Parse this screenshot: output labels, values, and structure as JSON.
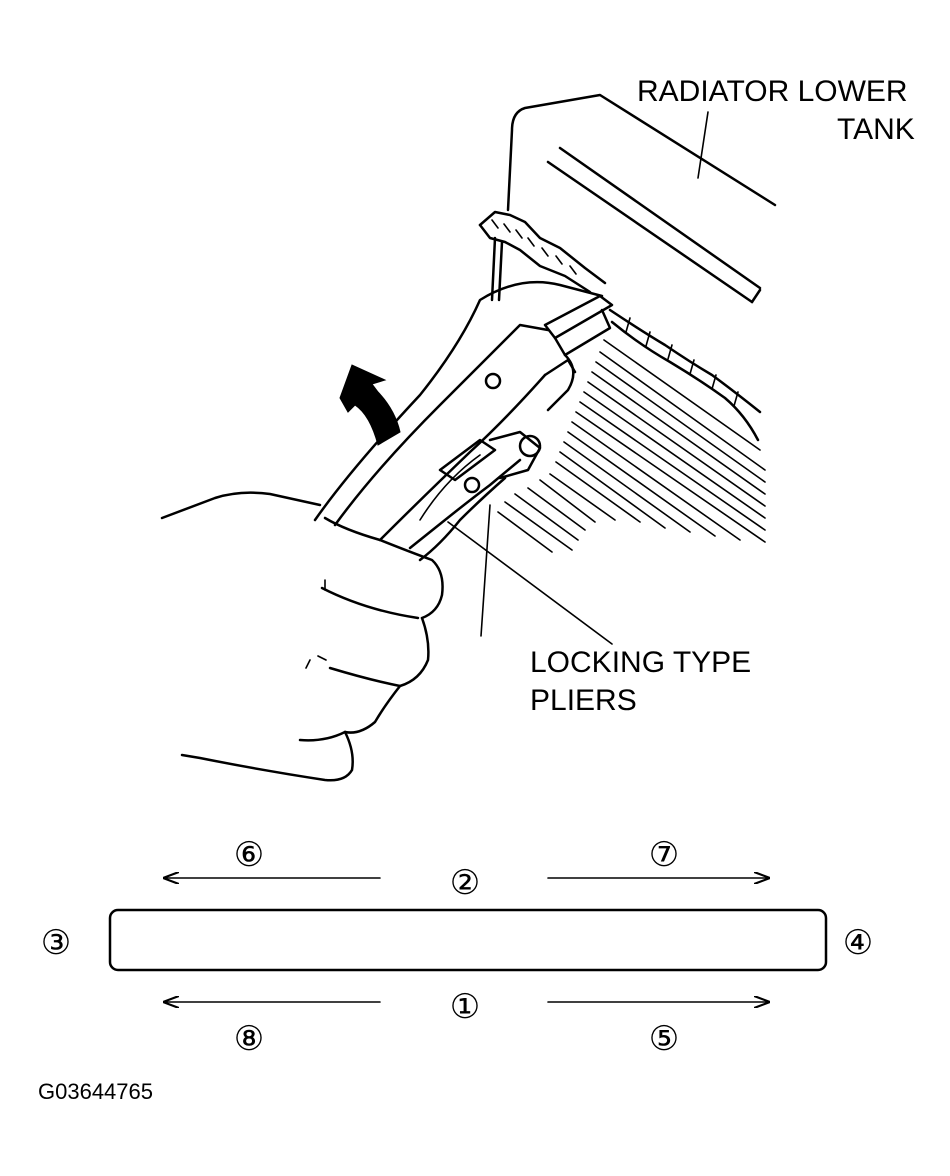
{
  "labels": {
    "radiator_line1": "RADIATOR LOWER",
    "radiator_line2": "TANK",
    "pliers_line1": "LOCKING TYPE",
    "pliers_line2": "PLIERS"
  },
  "sequence": {
    "step1": "①",
    "step2": "②",
    "step3": "③",
    "step4": "④",
    "step5": "⑤",
    "step6": "⑥",
    "step7": "⑦",
    "step8": "⑧"
  },
  "figure_id": "G03644765"
}
